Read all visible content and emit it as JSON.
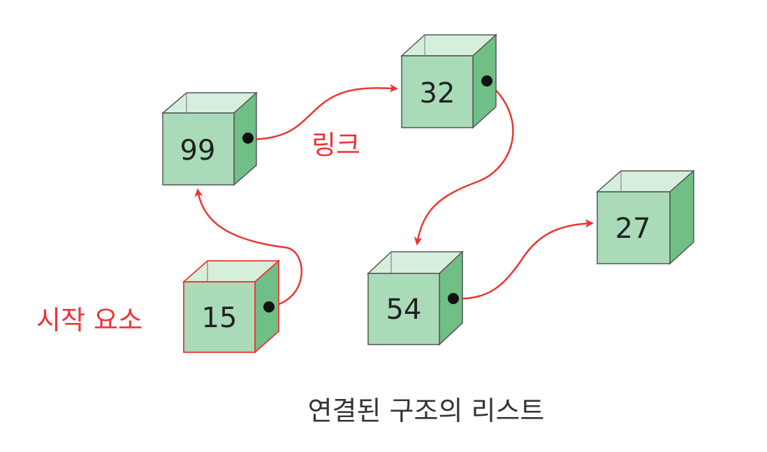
{
  "colors": {
    "box_front": "#a9dbb8",
    "box_top": "#d6efdd",
    "box_side": "#6fbf86",
    "box_stroke": "#555555",
    "start_stroke": "#ee3333",
    "link": "#ee3333",
    "pointer_dot": "#111111"
  },
  "nodes": [
    {
      "id": "n99",
      "value": "99"
    },
    {
      "id": "n32",
      "value": "32"
    },
    {
      "id": "n15",
      "value": "15"
    },
    {
      "id": "n54",
      "value": "54"
    },
    {
      "id": "n27",
      "value": "27"
    }
  ],
  "links": [
    {
      "from": "15",
      "to": "99"
    },
    {
      "from": "99",
      "to": "32"
    },
    {
      "from": "32",
      "to": "54"
    },
    {
      "from": "54",
      "to": "27"
    }
  ],
  "labels": {
    "link": "링크",
    "start": "시작 요소"
  },
  "caption": "연결된 구조의 리스트"
}
